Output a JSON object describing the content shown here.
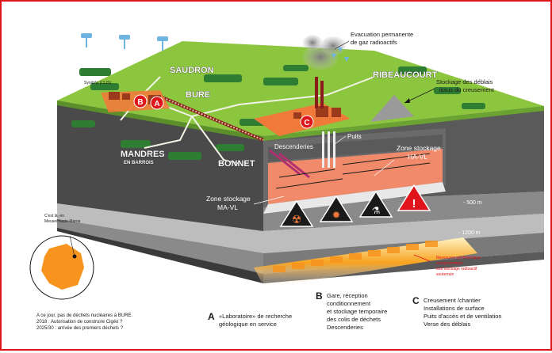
{
  "colors": {
    "frame": "#e0141b",
    "surface_green": "#8cc63f",
    "forest_green": "#3a8f3a",
    "rock_dark": "#4a4a4a",
    "rock_light": "#8a8a8a",
    "storage_salmon": "#f08a6a",
    "hazard_red": "#e0141b",
    "geothermal_orange": "#f7941d"
  },
  "places": {
    "saudron": "SAUDRON",
    "bure": "BURE",
    "ribeaucourt": "RIBEAUCOURT",
    "mandres": "MANDRES",
    "mandres_sub": "EN BARROIS",
    "bonnet": "BONNET",
    "syndrome": "Syndrôs (CLIS)"
  },
  "labels": {
    "evacuation_1": "Evacuation permanente",
    "evacuation_2": "de gaz radioactifs",
    "stockage_1": "Stockage des déblais",
    "stockage_2": "issus du creusement",
    "descenderies": "Descenderies",
    "puits": "Puits",
    "zone_ha_1": "Zone stockage",
    "zone_ha_2": "HA-VL",
    "zone_ma_1": "Zone stockage",
    "zone_ma_2": "MA-VL",
    "depth_500": "- 500 m",
    "depth_1200": "- 1200 m",
    "ressource_1": "Ressource géothermique",
    "ressource_2": "compromettant",
    "ressource_3": "tout stockage radioactif",
    "ressource_4": "souterrain",
    "map_caption_1": "C'est là, en",
    "map_caption_2": "Meuse/Haute-Marne",
    "badge_a": "A",
    "badge_b": "B",
    "badge_c": "C"
  },
  "footnote": {
    "line1": "A ce jour, pas de déchets nucléaires à BURE.",
    "line2": "2018 : Autorisation de construire Cigéo ?",
    "line3": "2025/30 : arrivée des premiers déchets ?"
  },
  "legend": {
    "a_letter": "A",
    "a_line1": "«Laboratoire» de recherche",
    "a_line2": "géologique en service",
    "b_letter": "B",
    "b_line1": "Gare, réception",
    "b_line2": "conditionnement",
    "b_line3": "et stockage temporaire",
    "b_line4": "des colis de déchets",
    "b_line5": "Descenderies",
    "c_letter": "C",
    "c_line1": "Creusement /chantier",
    "c_line2": "Installations de surface",
    "c_line3": "Puits d'accès et de ventilation",
    "c_line4": "Verse des déblais"
  }
}
